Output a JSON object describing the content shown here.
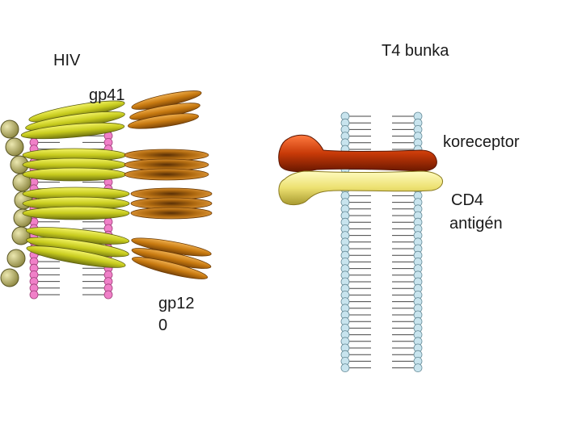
{
  "labels": {
    "hiv": "HIV",
    "t4_cell": "T4 bunka",
    "gp41": "gp41",
    "coreceptor": "koreceptor",
    "cd4_line1": "CD4",
    "cd4_line2": "antigén",
    "gp120_line1": "gp12",
    "gp120_line2": "0"
  },
  "colors": {
    "virus_lipid_head": "#f080c8",
    "cell_lipid_head": "#c8e4ee",
    "virus_bead": "#b4ae68",
    "gp41": "#c8cc1e",
    "gp120": "#c87a10",
    "coreceptor": "#c83a08",
    "cd4": "#ece070"
  }
}
